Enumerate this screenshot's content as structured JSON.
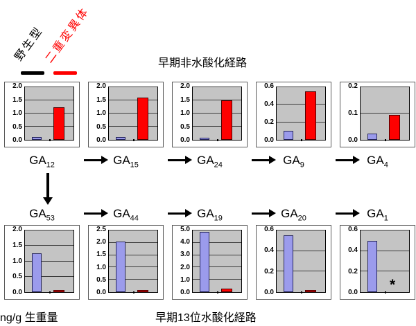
{
  "legend": {
    "items": [
      {
        "label": "野生型",
        "color": "#000000"
      },
      {
        "label": "二重変異体",
        "color": "#FF0000"
      }
    ]
  },
  "chart_data": {
    "type": "bar",
    "unit": "ng/g 生重量",
    "series_names": [
      "野生型",
      "二重変異体"
    ],
    "series_colors": [
      "#9B9BEC",
      "#FF0000"
    ],
    "plot_background": "#C4C4C4",
    "grid": true,
    "pathways": [
      {
        "title": "早期非水酸化経路",
        "charts": [
          {
            "compound": "GA",
            "subscript": "12",
            "ylim": [
              0,
              2.0
            ],
            "ticks": [
              "0.0",
              "0.5",
              "1.0",
              "1.5",
              "2.0"
            ],
            "values": [
              0.1,
              1.25
            ]
          },
          {
            "compound": "GA",
            "subscript": "15",
            "ylim": [
              0,
              2.0
            ],
            "ticks": [
              "0.0",
              "0.5",
              "1.0",
              "1.5",
              "2.0"
            ],
            "values": [
              0.1,
              1.6
            ]
          },
          {
            "compound": "GA",
            "subscript": "24",
            "ylim": [
              0,
              2.0
            ],
            "ticks": [
              "0.0",
              "0.5",
              "1.0",
              "1.5",
              "2.0"
            ],
            "values": [
              0.07,
              1.5
            ]
          },
          {
            "compound": "GA",
            "subscript": "9",
            "ylim": [
              0,
              0.6
            ],
            "ticks": [
              "0.0",
              "0.2",
              "0.4",
              "0.6"
            ],
            "values": [
              0.1,
              0.55
            ]
          },
          {
            "compound": "GA",
            "subscript": "4",
            "ylim": [
              0,
              0.2
            ],
            "ticks": [
              "0.0",
              "0.1",
              "0.2"
            ],
            "values": [
              0.025,
              0.095
            ]
          }
        ]
      },
      {
        "title": "早期13位水酸化経路",
        "charts": [
          {
            "compound": "GA",
            "subscript": "53",
            "ylim": [
              0,
              2.0
            ],
            "ticks": [
              "0.0",
              "0.5",
              "1.0",
              "1.5",
              "2.0"
            ],
            "values": [
              1.25,
              0.06
            ]
          },
          {
            "compound": "GA",
            "subscript": "44",
            "ylim": [
              0,
              2.5
            ],
            "ticks": [
              "0.0",
              "0.5",
              "1.0",
              "1.5",
              "2.0",
              "2.5"
            ],
            "values": [
              2.05,
              0.08
            ]
          },
          {
            "compound": "GA",
            "subscript": "19",
            "ylim": [
              0,
              5.0
            ],
            "ticks": [
              "0.0",
              "1.0",
              "2.0",
              "3.0",
              "4.0",
              "5.0"
            ],
            "values": [
              4.9,
              0.3
            ]
          },
          {
            "compound": "GA",
            "subscript": "20",
            "ylim": [
              0,
              0.6
            ],
            "ticks": [
              "0.0",
              "0.2",
              "0.4",
              "0.6"
            ],
            "values": [
              0.55,
              0.02
            ]
          },
          {
            "compound": "GA",
            "subscript": "1",
            "ylim": [
              0,
              0.6
            ],
            "ticks": [
              "0.0",
              "0.2",
              "0.4",
              "0.6"
            ],
            "values": [
              0.5,
              null
            ],
            "annotation": "*"
          }
        ]
      }
    ]
  }
}
